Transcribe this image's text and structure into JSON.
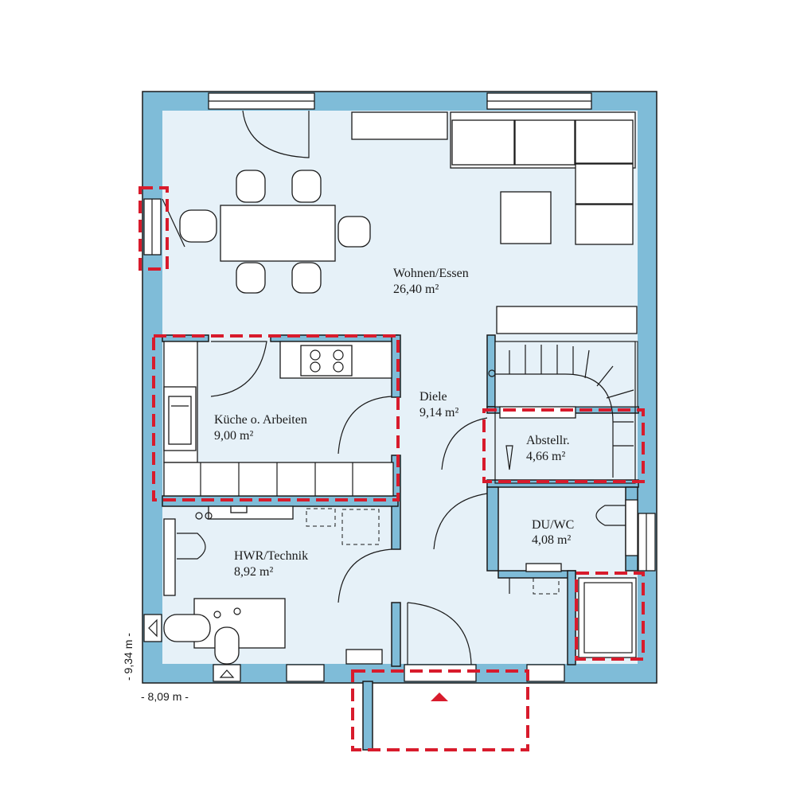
{
  "rooms": {
    "wohnen": {
      "name": "Wohnen/Essen",
      "area": "26,40 m²"
    },
    "kueche": {
      "name": "Küche o. Arbeiten",
      "area": "9,00 m²"
    },
    "diele": {
      "name": "Diele",
      "area": "9,14 m²"
    },
    "abstell": {
      "name": "Abstellr.",
      "area": "4,66 m²"
    },
    "duwc": {
      "name": "DU/WC",
      "area": "4,08 m²"
    },
    "hwr": {
      "name": "HWR/Technik",
      "area": "8,92 m²"
    }
  },
  "dimensions": {
    "width": "- 8,09 m -",
    "depth": "- 9,34 m -"
  },
  "colors": {
    "wall": "#7fbcd8",
    "floor": "#e6f1f8",
    "highlight": "#d81b2c"
  }
}
